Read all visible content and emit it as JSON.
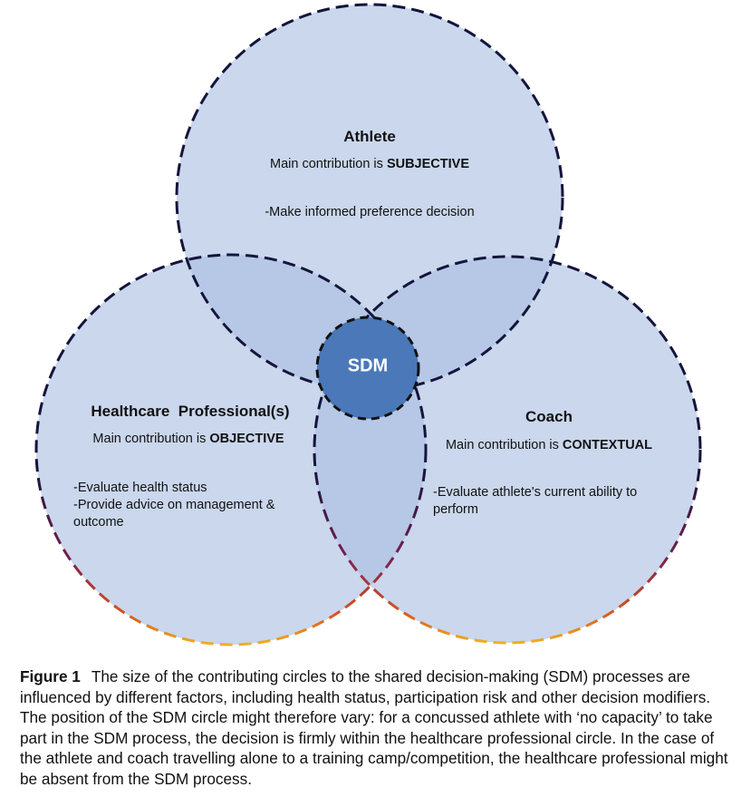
{
  "athlete": {
    "title": "Athlete",
    "contribution_prefix": "Main contribution is ",
    "contribution_type": "SUBJECTIVE",
    "points": [
      "-Make informed preference decision"
    ]
  },
  "healthcare": {
    "title": "Healthcare  Professional(s)",
    "contribution_prefix": "Main contribution is ",
    "contribution_type": "OBJECTIVE",
    "points": [
      "-Evaluate health status",
      "-Provide advice on management &",
      "outcome"
    ]
  },
  "coach": {
    "title": "Coach",
    "contribution_prefix": "Main contribution is ",
    "contribution_type": "CONTEXTUAL",
    "points": [
      "-Evaluate athlete's current ability to",
      "perform"
    ]
  },
  "sdm": {
    "label": "SDM"
  },
  "caption": {
    "label": "Figure 1",
    "text": "The size of the contributing circles to the shared decision-making (SDM) processes are influenced by different factors, including health status, participation risk and other decision modifiers. The position of the SDM circle might therefore vary: for a concussed athlete with ‘no capacity’ to take part in the SDM process, the decision is firmly within the healthcare professional circle. In the case of the athlete and coach travelling alone to a training camp/competition, the healthcare professional might be absent from the SDM process."
  },
  "colors": {
    "circle_fill": "#a9bfe0",
    "overlap_fill": "#3b6db4",
    "sdm_fill": "#4a78b8",
    "gradient_top": "#14143c",
    "gradient_mid": "#7a1f4e",
    "gradient_bottom": "#f0b020"
  }
}
